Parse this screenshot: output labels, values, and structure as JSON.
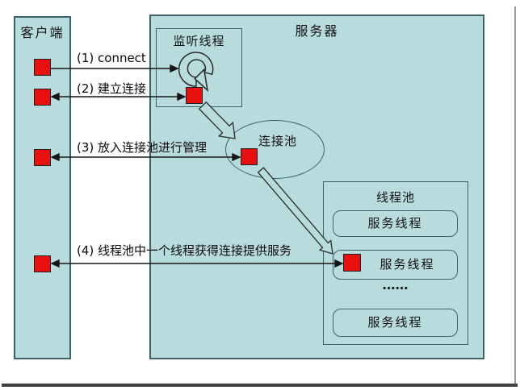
{
  "colors": {
    "panel": "#b8dbde",
    "border": "#3a626a",
    "red": "#e80f0f",
    "line": "#151515",
    "frame_gray": "#9a9a9a",
    "frame_dark": "#3f3f3f"
  },
  "client": {
    "title": "客户端"
  },
  "server": {
    "title": "服务器"
  },
  "listener": {
    "title": "监听线程"
  },
  "connection_pool": {
    "title": "连接池"
  },
  "thread_pool": {
    "title": "线程池",
    "threads": [
      "服务线程",
      "服务线程",
      "服务线程"
    ],
    "ellipsis": "……"
  },
  "steps": [
    {
      "label": "(1) connect"
    },
    {
      "label": "(2) 建立连接"
    },
    {
      "label": "(3) 放入连接池进行管理"
    },
    {
      "label": "(4) 线程池中一个线程获得连接提供服务"
    }
  ]
}
